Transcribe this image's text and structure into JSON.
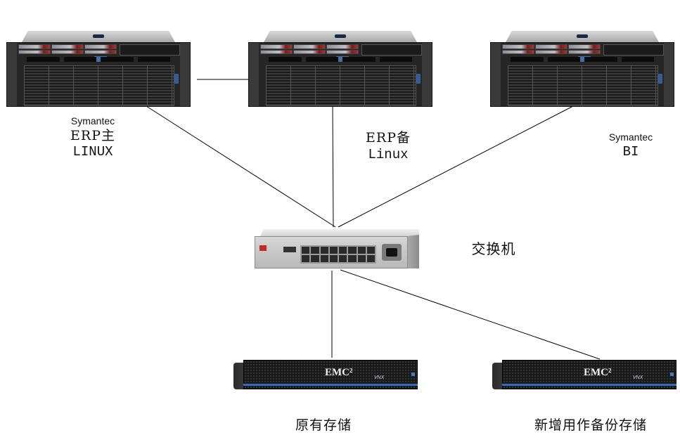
{
  "diagram": {
    "type": "network-topology",
    "nodes": [
      {
        "id": "server-erp-primary",
        "kind": "server",
        "vendor_label": "Symantec",
        "name": "ERP主",
        "os": "LINUX"
      },
      {
        "id": "server-erp-backup",
        "kind": "server",
        "vendor_label": "",
        "name": "ERP备",
        "os": "Linux"
      },
      {
        "id": "server-bi",
        "kind": "server",
        "vendor_label": "Symantec",
        "name": "BI",
        "os": ""
      },
      {
        "id": "switch",
        "kind": "switch",
        "name": "交换机"
      },
      {
        "id": "storage-existing",
        "kind": "storage",
        "brand": "EMC²",
        "model": "VNX",
        "name": "原有存储"
      },
      {
        "id": "storage-new-backup",
        "kind": "storage",
        "brand": "EMC²",
        "model": "VNX",
        "name": "新增用作备份存储"
      }
    ],
    "links": [
      {
        "from": "server-erp-primary",
        "to": "server-erp-backup"
      },
      {
        "from": "server-erp-primary",
        "to": "switch"
      },
      {
        "from": "server-erp-backup",
        "to": "switch"
      },
      {
        "from": "server-bi",
        "to": "switch"
      },
      {
        "from": "switch",
        "to": "storage-existing"
      },
      {
        "from": "switch",
        "to": "storage-new-backup"
      }
    ]
  },
  "labels": {
    "erp_primary": {
      "vendor": "Symantec",
      "name": "ERP主",
      "os": "LINUX"
    },
    "erp_backup": {
      "name": "ERP备",
      "os": "Linux"
    },
    "bi": {
      "vendor": "Symantec",
      "name": "BI"
    },
    "switch": "交换机",
    "storage_existing": "原有存储",
    "storage_new": "新增用作备份存储"
  },
  "devices": {
    "storage_brand": "EMC²",
    "storage_model": "VNX"
  }
}
